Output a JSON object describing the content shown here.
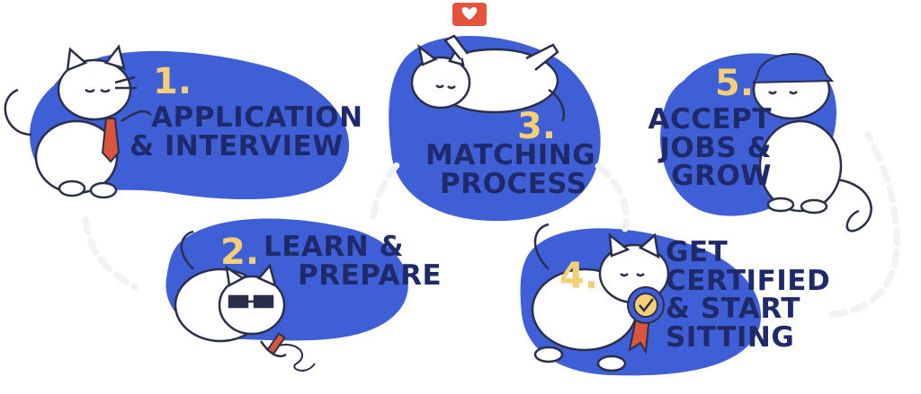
{
  "colors": {
    "blob": "#3f5fd6",
    "text": "#1f2a6b",
    "number": "#f4cf76",
    "outline": "#2b2f4a",
    "arrow": "#f2f2f2",
    "tie": "#d9553b",
    "heart_badge": "#e5533d",
    "ribbon": "#3f5fd6"
  },
  "steps": [
    {
      "number": "1.",
      "lines": [
        "APPLICATION",
        "& INTERVIEW"
      ],
      "icon": "cat-with-tie"
    },
    {
      "number": "2.",
      "lines": [
        "LEARN &",
        "PREPARE"
      ],
      "icon": "cat-with-glasses-and-pen"
    },
    {
      "number": "3.",
      "lines": [
        "MATCHING",
        "PROCESS"
      ],
      "icon": "cat-with-heart-notification"
    },
    {
      "number": "4.",
      "lines": [
        "GET",
        "CERTIFIED",
        "& START",
        "SITTING"
      ],
      "icon": "cat-with-award-ribbon"
    },
    {
      "number": "5.",
      "lines": [
        "ACCEPT",
        "JOBS &",
        "GROW"
      ],
      "icon": "cat-with-cap"
    }
  ]
}
